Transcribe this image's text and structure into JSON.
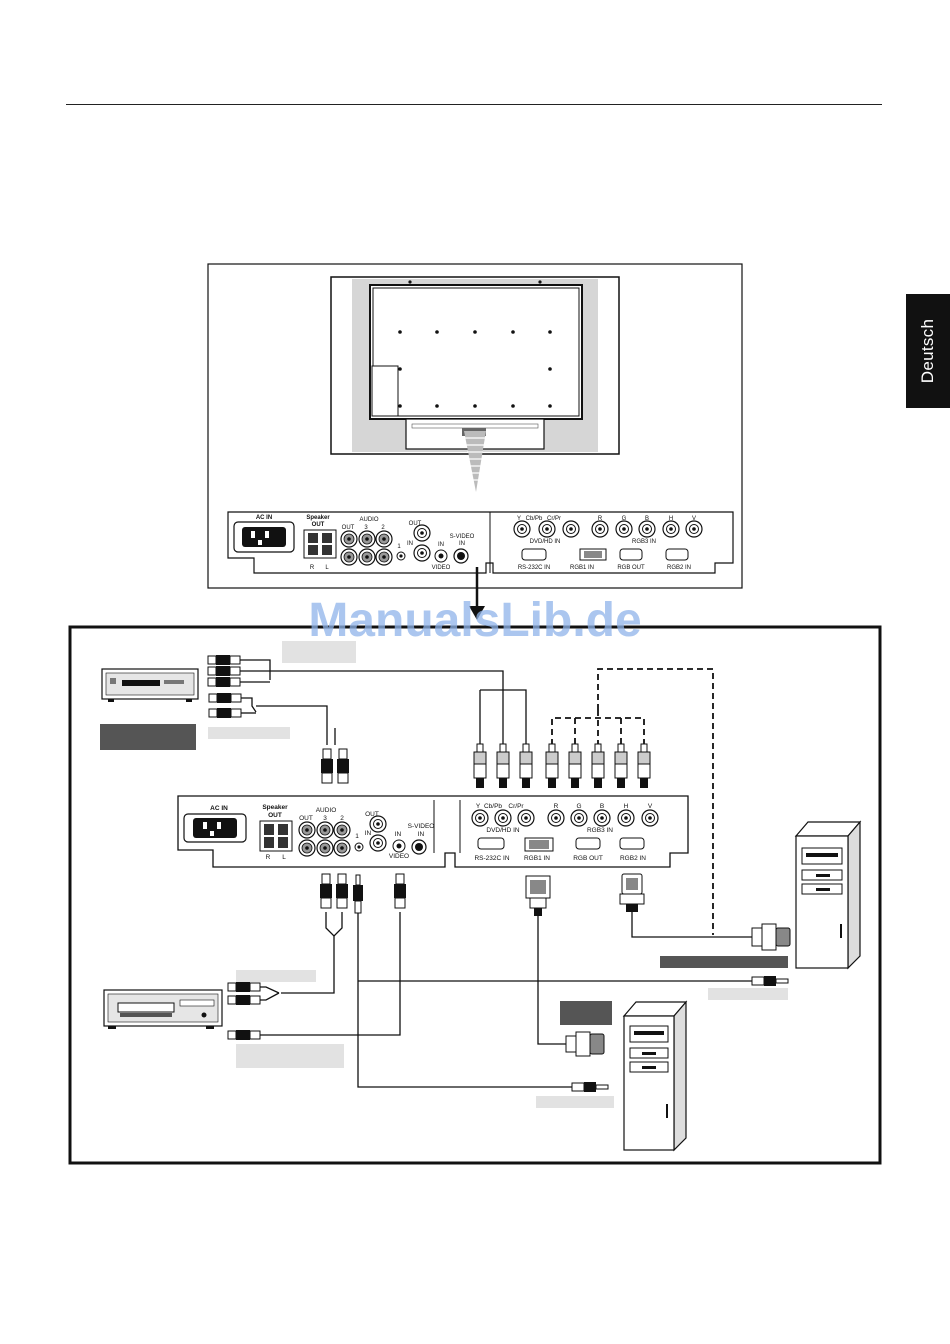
{
  "side_tab": {
    "label": "Deutsch"
  },
  "watermark": {
    "text": "ManualsLib.de"
  },
  "panel": {
    "ac_in": "AC IN",
    "speaker": "Speaker",
    "speaker_out": "OUT",
    "speaker_r": "R",
    "speaker_l": "L",
    "audio": "AUDIO",
    "audio_out": "OUT",
    "audio_3": "3",
    "audio_2": "2",
    "audio_1": "1",
    "out": "OUT",
    "in": "IN",
    "video_in": "IN",
    "video": "VIDEO",
    "svideo": "S-VIDEO",
    "svideo_in": "IN",
    "y": "Y",
    "cb_pb": "Cb/Pb",
    "cr_pr": "Cr/Pr",
    "r": "R",
    "g": "G",
    "b": "B",
    "h": "H",
    "v": "V",
    "dvd_hd_in": "DVD/HD IN",
    "rgb3_in": "RGB3 IN",
    "rs232c_in": "RS-232C IN",
    "rgb1_in": "RGB1 IN",
    "rgb_out": "RGB OUT",
    "rgb2_in": "RGB2 IN"
  }
}
